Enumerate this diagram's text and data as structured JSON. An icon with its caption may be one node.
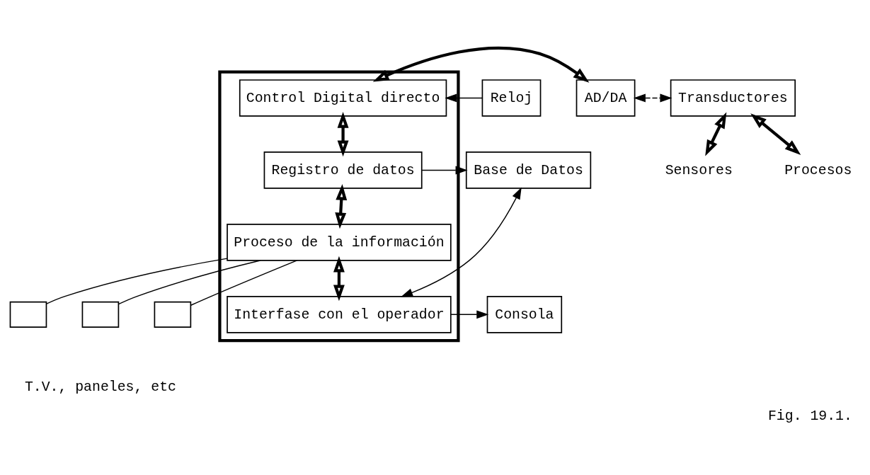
{
  "diagram": {
    "caption": "Fig. 19.1.",
    "nodes": [
      {
        "text": [],
        "shape": "box"
      },
      {
        "text": [
          "Reloj"
        ]
      },
      {
        "text": [
          "Control Digital directo"
        ],
        "in": 0
      },
      {
        "text": [
          "AD/DA"
        ]
      },
      {
        "text": [
          "Transductores"
        ]
      },
      {
        "text": [
          "Sensores"
        ]
      },
      {
        "text": [
          "Procesos"
        ]
      },
      {
        "text": [
          "Base de Datos"
        ]
      },
      {
        "text": [
          "Registro de datos"
        ],
        "in": 0
      },
      {
        "text": [
          "Proceso de la información"
        ],
        "in": 0
      },
      {
        "text": [],
        "shape": "box"
      },
      {
        "text": [],
        "shape": "box"
      },
      {
        "text": [],
        "shape": "box"
      },
      {
        "text": [
          "Interfase con el operador"
        ],
        "in": 0
      },
      {
        "text": [
          "Consola"
        ]
      }
    ],
    "edges": [
      {
        "from": 1,
        "to": 2,
        "arrow": "to"
      },
      {
        "from": 2,
        "to": 3,
        "arrow": "both",
        "style": "thick"
      },
      {
        "from": 3,
        "to": 4,
        "arrow": "both",
        "style": "dashed"
      },
      {
        "from": 4,
        "to": 5,
        "arrow": "both",
        "style": "thick"
      },
      {
        "from": 4,
        "to": 6,
        "arrow": "both",
        "style": "thick"
      },
      {
        "from": 2,
        "to": 8,
        "arrow": "both",
        "style": "thick"
      },
      {
        "from": 8,
        "to": 7,
        "arrow": "to"
      },
      {
        "from": 8,
        "to": 9,
        "arrow": "both",
        "style": "thick"
      },
      {
        "from": 9,
        "to": 10,
        "arrow": "none"
      },
      {
        "from": 9,
        "to": 11,
        "arrow": "none"
      },
      {
        "from": 9,
        "to": 12,
        "arrow": "none"
      },
      {
        "from": 9,
        "to": 13,
        "arrow": "both",
        "style": "thick"
      },
      {
        "from": 13,
        "to": 7,
        "arrow": "both"
      },
      {
        "from": 13,
        "to": 14,
        "arrow": "to"
      }
    ],
    "labels": [
      "T.V., paneles, etc"
    ]
  }
}
